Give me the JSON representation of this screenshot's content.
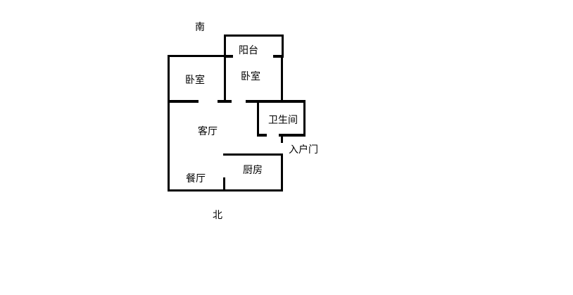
{
  "labels": {
    "south": "南",
    "north": "北",
    "balcony": "阳台",
    "bedroom_left": "卧室",
    "bedroom_right": "卧室",
    "living_room": "客厅",
    "bathroom": "卫生间",
    "entrance": "入户门",
    "kitchen": "厨房",
    "dining_room": "餐厅"
  },
  "colors": {
    "wall": "#000000",
    "background": "#ffffff"
  }
}
